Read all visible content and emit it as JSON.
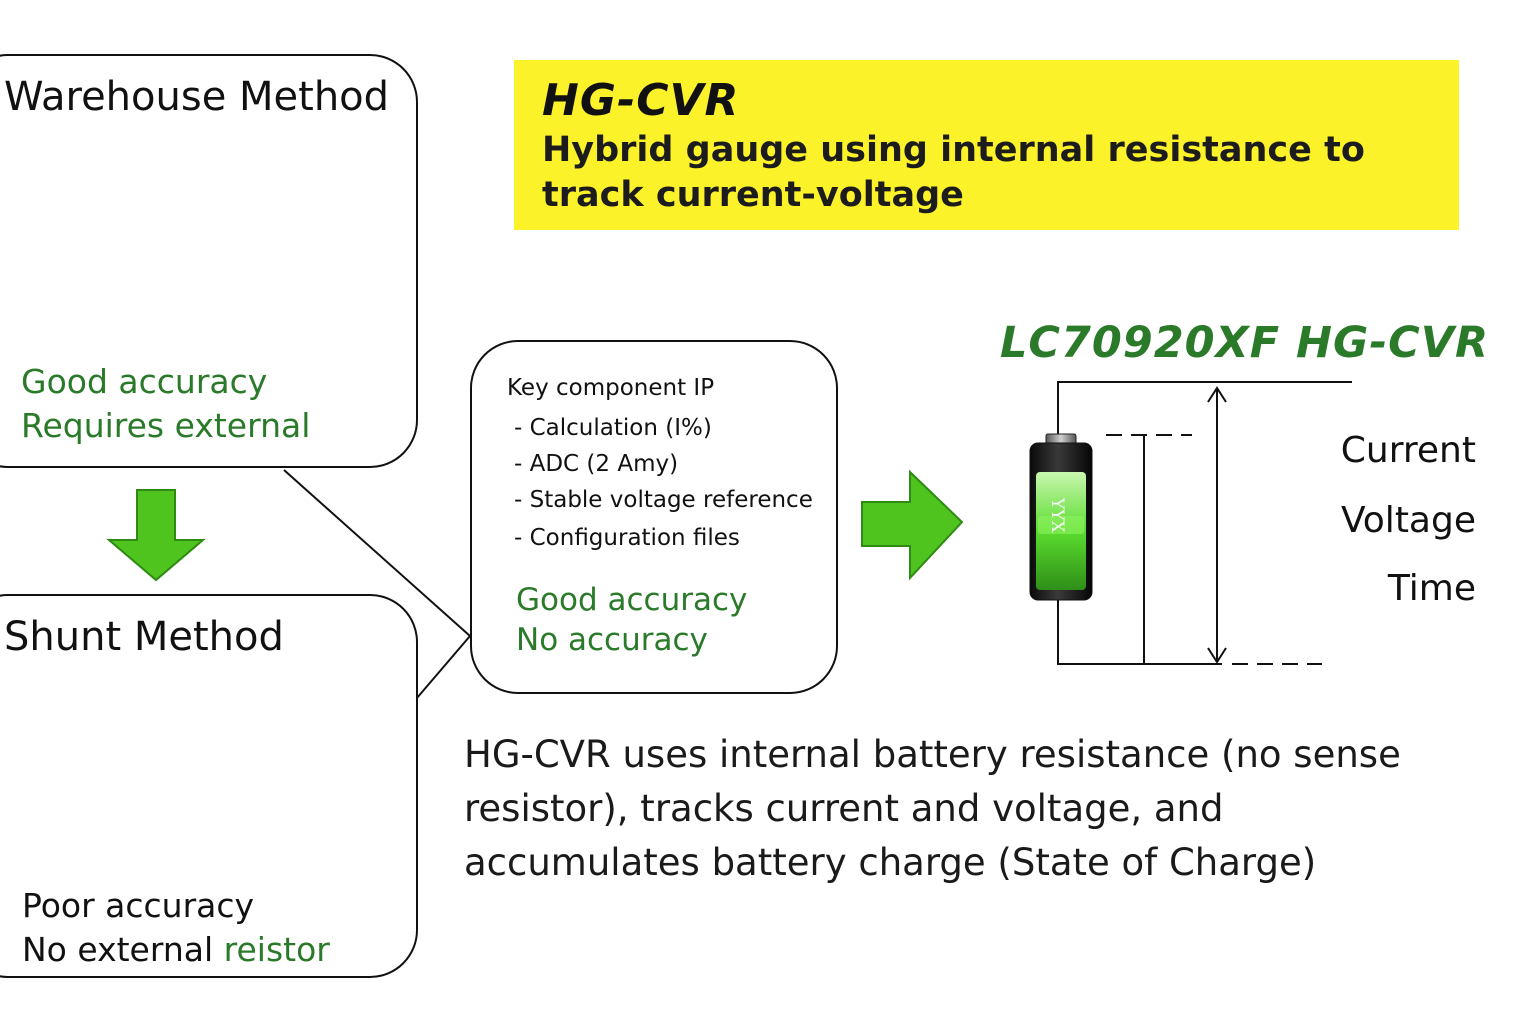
{
  "warehouse": {
    "title": "Warehouse Method",
    "pros": "Good accuracy",
    "cons": "Requires external"
  },
  "shunt": {
    "title": "Shunt Method",
    "pros": "Poor accuracy",
    "cons_prefix": "No external ",
    "cons_highlight": "reistor"
  },
  "banner": {
    "title": "HG-CVR",
    "subtitle": "Hybrid gauge using internal resistance to track current-voltage"
  },
  "ip_box": {
    "heading": "Key component IP",
    "items": [
      "- Calculation (I%)",
      "- ADC (2 Amy)",
      "- Stable voltage reference",
      "- Configuration files"
    ],
    "note_1": "Good accuracy",
    "note_2": "No accuracy"
  },
  "product": {
    "title": "LC70920XF HG-CVR",
    "battery_label": "YYX",
    "labels": [
      "Current",
      "Voltage",
      "Time"
    ]
  },
  "summary": "HG-CVR uses internal battery resistance (no sense resistor), tracks current and voltage, and accumulates battery charge (State of Charge)",
  "colors": {
    "banner": "#fcf22a",
    "accent_green": "#2a7a2a",
    "arrow_green": "#4fc41f"
  },
  "icons": [
    "battery-icon",
    "resistor-icon",
    "chip-icon",
    "arrow-down-icon",
    "arrow-right-icon"
  ]
}
